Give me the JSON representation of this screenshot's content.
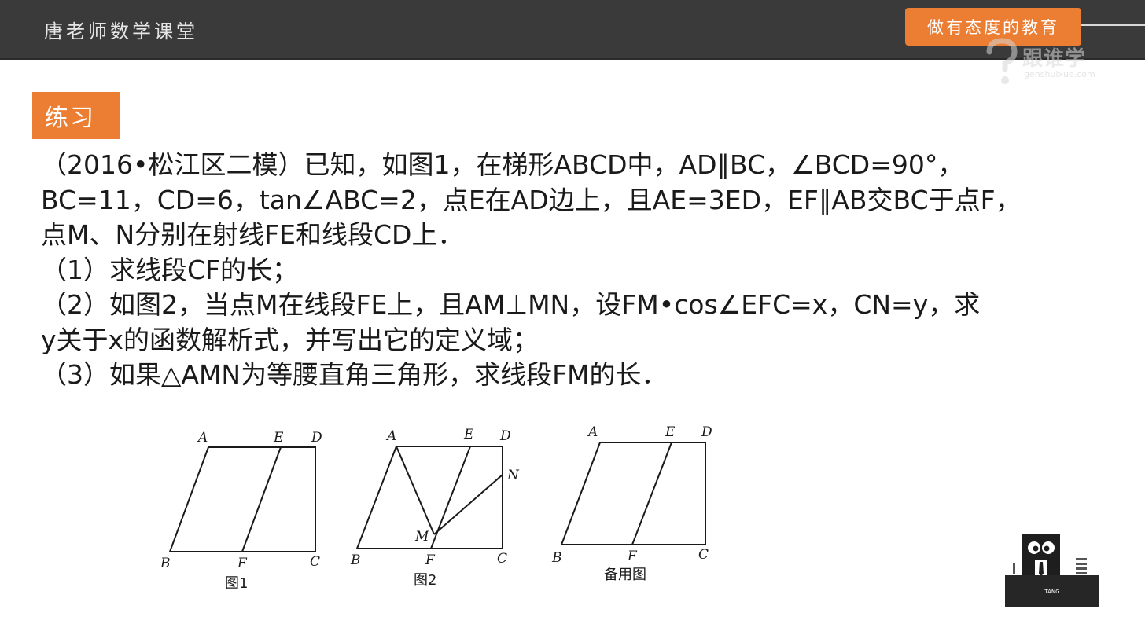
{
  "header": {
    "brand_title": "唐老师数学课堂",
    "slogan": "做有态度的教育",
    "watermark_brand": "跟谁学",
    "watermark_url": "genshuixue.com"
  },
  "exercise_tag": "练习",
  "problem": {
    "lines": [
      "（2016•松江区二模）已知，如图1，在梯形ABCD中，AD∥BC，∠BCD=90°，",
      "BC=11，CD=6，tan∠ABC=2，点E在AD边上，且AE=3ED，EF∥AB交BC于点F，",
      "点M、N分别在射线FE和线段CD上．",
      "（1）求线段CF的长；",
      "（2）如图2，当点M在线段FE上，且AM⊥MN，设FM•cos∠EFC=x，CN=y，求",
      "y关于x的函数解析式，并写出它的定义域；",
      "（3）如果△AMN为等腰直角三角形，求线段FM的长．"
    ]
  },
  "figures": {
    "fig1": {
      "caption": "图1",
      "labels": {
        "A": "A",
        "B": "B",
        "C": "C",
        "D": "D",
        "E": "E",
        "F": "F"
      }
    },
    "fig2": {
      "caption": "图2",
      "labels": {
        "A": "A",
        "B": "B",
        "C": "C",
        "D": "D",
        "E": "E",
        "F": "F",
        "M": "M",
        "N": "N"
      }
    },
    "fig3": {
      "caption": "备用图",
      "labels": {
        "A": "A",
        "B": "B",
        "C": "C",
        "D": "D",
        "E": "E",
        "F": "F"
      }
    }
  },
  "mascot": {
    "desk_label": "TANG"
  }
}
